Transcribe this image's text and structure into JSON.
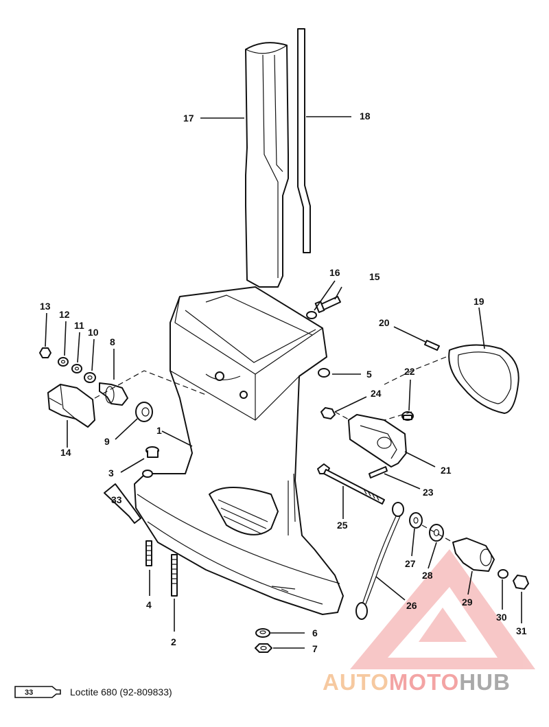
{
  "labels": [
    {
      "id": "1",
      "text": "1"
    },
    {
      "id": "2",
      "text": "2"
    },
    {
      "id": "3",
      "text": "3"
    },
    {
      "id": "4",
      "text": "4"
    },
    {
      "id": "5",
      "text": "5"
    },
    {
      "id": "6",
      "text": "6"
    },
    {
      "id": "7",
      "text": "7"
    },
    {
      "id": "8",
      "text": "8"
    },
    {
      "id": "9",
      "text": "9"
    },
    {
      "id": "10",
      "text": "10"
    },
    {
      "id": "11",
      "text": "11"
    },
    {
      "id": "12",
      "text": "12"
    },
    {
      "id": "13",
      "text": "13"
    },
    {
      "id": "14",
      "text": "14"
    },
    {
      "id": "15",
      "text": "15"
    },
    {
      "id": "16",
      "text": "16"
    },
    {
      "id": "17",
      "text": "17"
    },
    {
      "id": "18",
      "text": "18"
    },
    {
      "id": "19",
      "text": "19"
    },
    {
      "id": "20",
      "text": "20"
    },
    {
      "id": "21",
      "text": "21"
    },
    {
      "id": "22",
      "text": "22"
    },
    {
      "id": "23",
      "text": "23"
    },
    {
      "id": "24",
      "text": "24"
    },
    {
      "id": "25",
      "text": "25"
    },
    {
      "id": "26",
      "text": "26"
    },
    {
      "id": "27",
      "text": "27"
    },
    {
      "id": "28",
      "text": "28"
    },
    {
      "id": "29",
      "text": "29"
    },
    {
      "id": "30",
      "text": "30"
    },
    {
      "id": "31",
      "text": "31"
    }
  ],
  "tube_label": "33",
  "legend": {
    "tube_number": "33",
    "text": "Loctite 680 (92-809833)"
  },
  "watermark": {
    "part1": "AUTO",
    "part2": "MOTO",
    "part3": "HUB",
    "color_auto": "#f6c9a0",
    "color_moto": "#f3a4a4",
    "color_hub": "#a9a9a9"
  }
}
